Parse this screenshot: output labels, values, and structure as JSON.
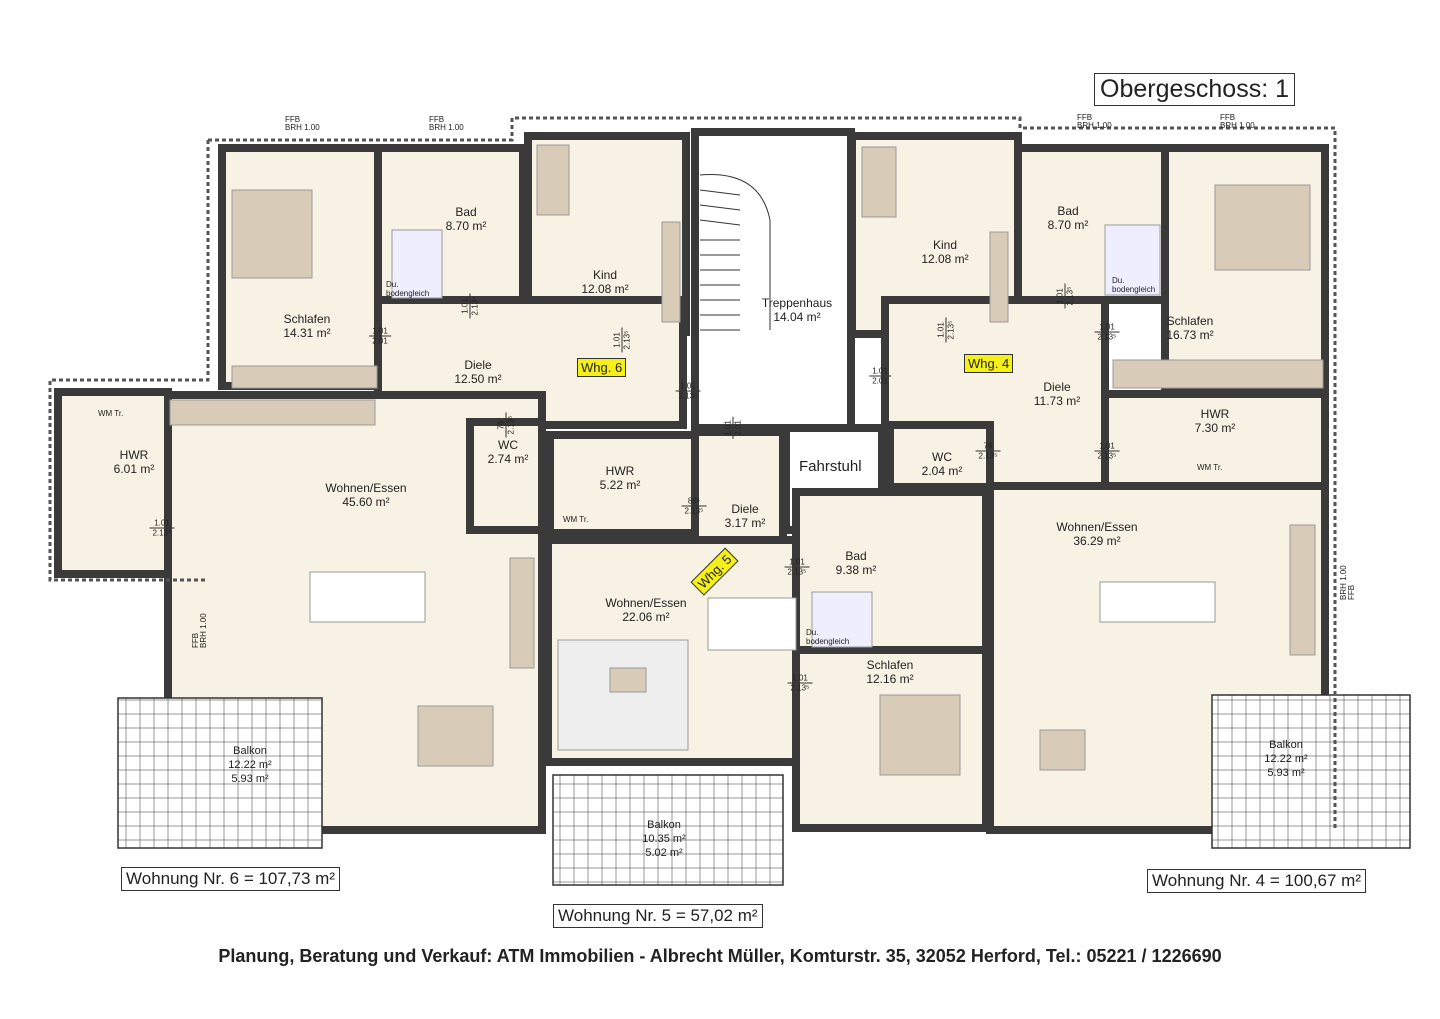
{
  "title": "Obergeschoss: 1",
  "rooms": [
    {
      "name": "Schlafen",
      "area": "14.31 m²"
    },
    {
      "name": "Bad",
      "area": "8.70 m²"
    },
    {
      "name": "Kind",
      "area": "12.08 m²"
    },
    {
      "name": "Diele",
      "area": "12.50 m²"
    },
    {
      "name": "HWR",
      "area": "6.01 m²"
    },
    {
      "name": "Wohnen/Essen",
      "area": "45.60 m²"
    },
    {
      "name": "WC",
      "area": "2.74 m²"
    },
    {
      "name": "Balkon",
      "area": "12.22 m²",
      "area2": "5.93 m²"
    },
    {
      "name": "Treppenhaus",
      "area": "14.04 m²"
    },
    {
      "name": "HWR",
      "area": "5.22 m²"
    },
    {
      "name": "Diele",
      "area": "3.17 m²"
    },
    {
      "name": "Wohnen/Essen",
      "area": "22.06 m²"
    },
    {
      "name": "Bad",
      "area": "9.38 m²"
    },
    {
      "name": "Schlafen",
      "area": "12.16 m²"
    },
    {
      "name": "Balkon",
      "area": "10.35 m²",
      "area2": "5.02 m²"
    },
    {
      "name": "Kind",
      "area": "12.08 m²"
    },
    {
      "name": "Bad",
      "area": "8.70 m²"
    },
    {
      "name": "Schlafen",
      "area": "16.73 m²"
    },
    {
      "name": "Diele",
      "area": "11.73 m²"
    },
    {
      "name": "WC",
      "area": "2.04 m²"
    },
    {
      "name": "HWR",
      "area": "7.30 m²"
    },
    {
      "name": "Wohnen/Essen",
      "area": "36.29 m²"
    },
    {
      "name": "Balkon",
      "area": "12.22 m²",
      "area2": "5.93 m²"
    }
  ],
  "elevator": "Fahrstuhl",
  "apartment_tags": [
    "Whg. 6",
    "Whg. 5",
    "Whg. 4"
  ],
  "apartment_totals": [
    "Wohnung Nr. 6 = 107,73 m²",
    "Wohnung Nr. 5 = 57,02 m²",
    "Wohnung Nr. 4 = 100,67 m²"
  ],
  "door_labels": [
    {
      "w": "1.01",
      "h": "2.13⁵"
    },
    {
      "w": "1.01",
      "h": "2.01"
    },
    {
      "w": "1.01",
      "h": "2.13⁵"
    },
    {
      "w": "1.01",
      "h": "2.13⁵"
    },
    {
      "w": "76",
      "h": "2.13⁵"
    },
    {
      "w": "1.01",
      "h": "2.13⁵"
    },
    {
      "w": "88⁵",
      "h": "2.13⁵"
    },
    {
      "w": "1.01",
      "h": "2.01"
    },
    {
      "w": "1.01",
      "h": "2.01"
    },
    {
      "w": "1.01",
      "h": "2.13⁵"
    },
    {
      "w": "1.01",
      "h": "2.13⁵"
    },
    {
      "w": "1.01",
      "h": "2.13⁵"
    },
    {
      "w": "76",
      "h": "2.13⁵"
    },
    {
      "w": "1.01",
      "h": "2.13⁵"
    },
    {
      "w": "1.01",
      "h": "2.13⁵"
    },
    {
      "w": "1.01",
      "h": "2.13⁵"
    }
  ],
  "window_note": {
    "a": "FFB",
    "b": "BRH 1.00"
  },
  "appliances": {
    "wm": "WM",
    "tr": "Tr."
  },
  "shower": {
    "a": "Du.",
    "b": "bodengleich"
  },
  "footer": "Planung, Beratung und Verkauf: ATM Immobilien - Albrecht Müller, Komturstr. 35, 32052 Herford, Tel.: 05221 / 1226690",
  "colors": {
    "wall": "#3a3a3a",
    "floor": "#f7f2e3",
    "furniture": "#d8ccb9",
    "tag": "#f5ef1a"
  }
}
